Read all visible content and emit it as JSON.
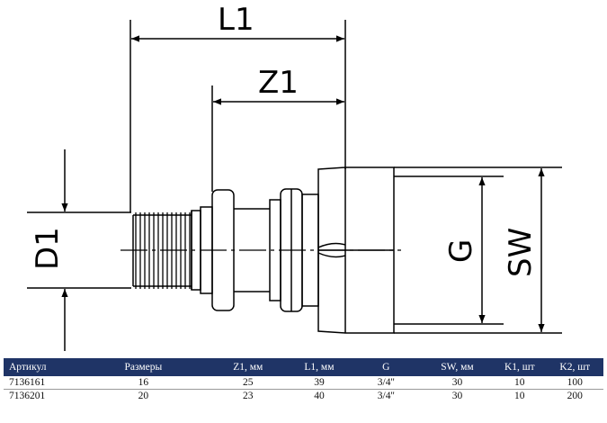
{
  "dimensions": {
    "l1": "L1",
    "z1": "Z1",
    "d1": "D1",
    "g": "G",
    "sw": "SW"
  },
  "table": {
    "headers": [
      "Артикул",
      "Размеры",
      "Z1, мм",
      "L1, мм",
      "G",
      "SW, мм",
      "K1, шт",
      "K2, шт"
    ],
    "rows": [
      [
        "7136161",
        "16",
        "25",
        "39",
        "3/4''",
        "30",
        "10",
        "100"
      ],
      [
        "7136201",
        "20",
        "23",
        "40",
        "3/4''",
        "30",
        "10",
        "200"
      ]
    ]
  },
  "colors": {
    "header_bg": "#1f3466",
    "header_text": "#ffffff",
    "line": "#000000"
  }
}
